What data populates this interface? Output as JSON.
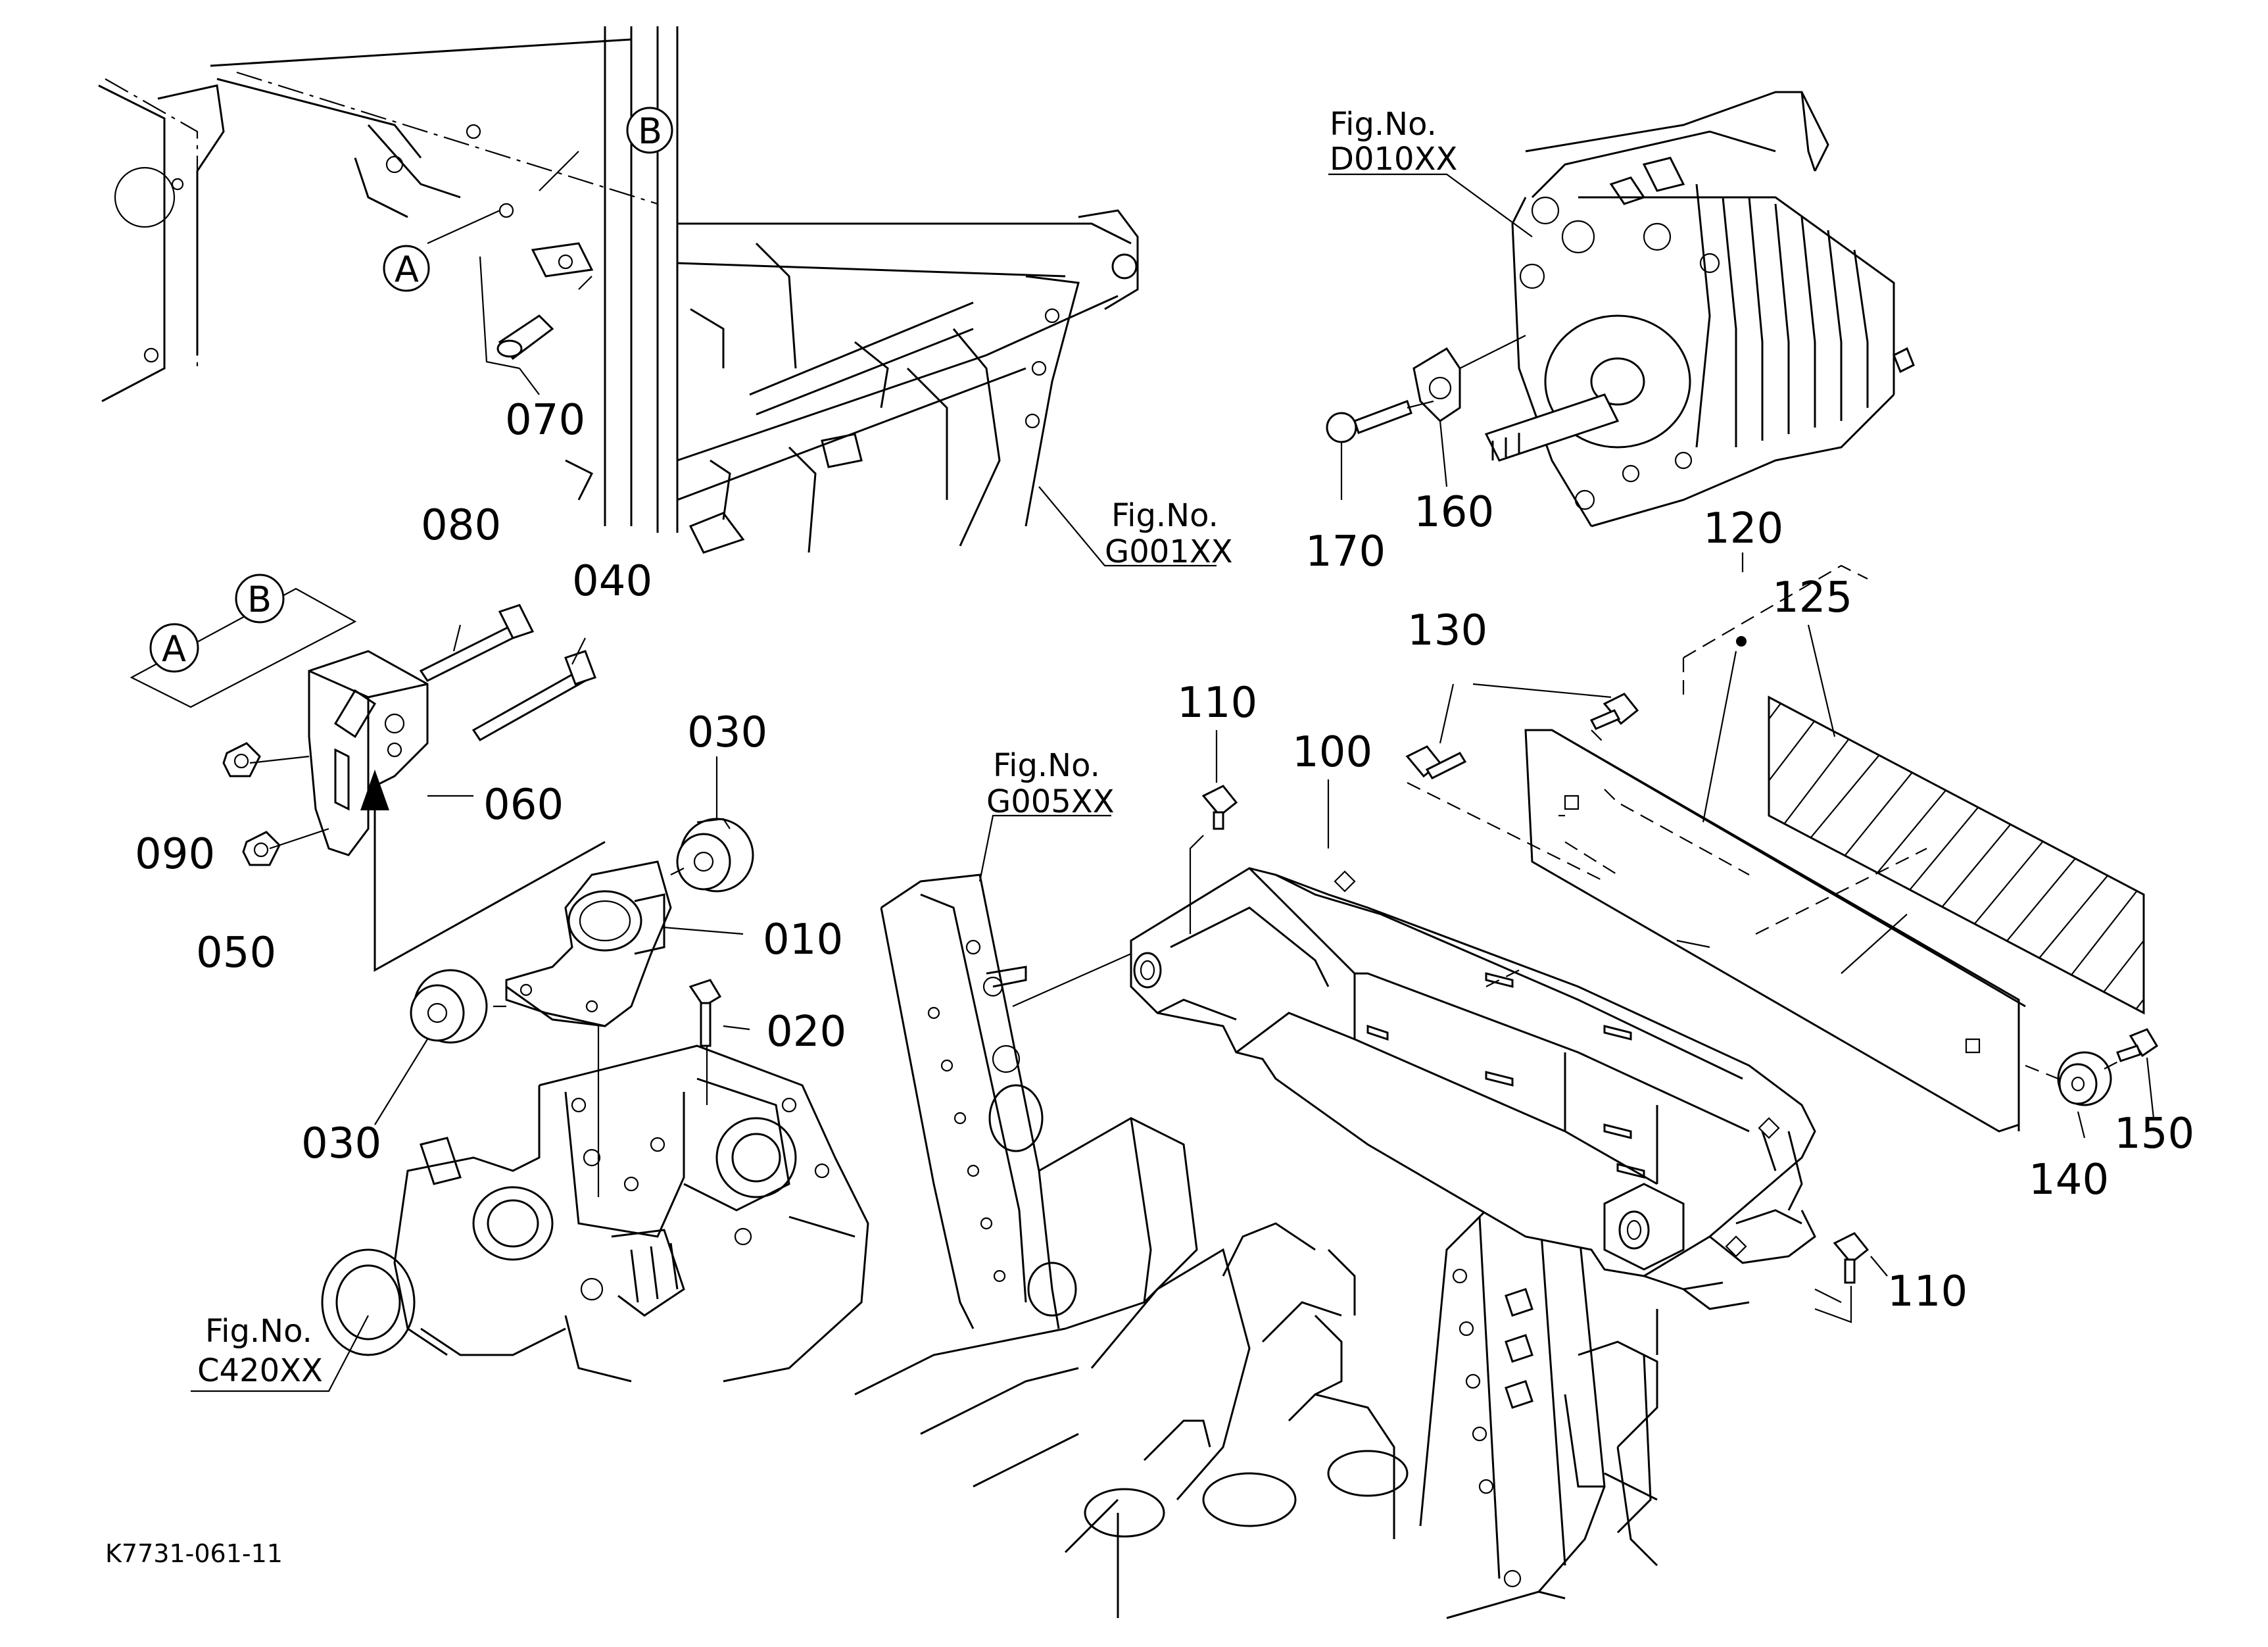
{
  "document_code": "K7731-061-11",
  "callouts": {
    "c010": "010",
    "c020": "020",
    "c030a": "030",
    "c030b": "030",
    "c040": "040",
    "c050": "050",
    "c060": "060",
    "c070": "070",
    "c080": "080",
    "c090": "090",
    "c100": "100",
    "c110a": "110",
    "c110b": "110",
    "c120": "120",
    "c125": "125",
    "c130": "130",
    "c140": "140",
    "c150": "150",
    "c160": "160",
    "c170": "170"
  },
  "figure_refs": {
    "d010": {
      "label": "Fig.No.",
      "code": "D010XX"
    },
    "g001": {
      "label": "Fig.No.",
      "code": "G001XX"
    },
    "g005": {
      "label": "Fig.No.",
      "code": "G005XX"
    },
    "c420": {
      "label": "Fig.No.",
      "code": "C420XX"
    }
  },
  "reference_marks": {
    "a_frame": "A",
    "b_frame": "B",
    "a_bracket": "A",
    "b_bracket": "B"
  }
}
